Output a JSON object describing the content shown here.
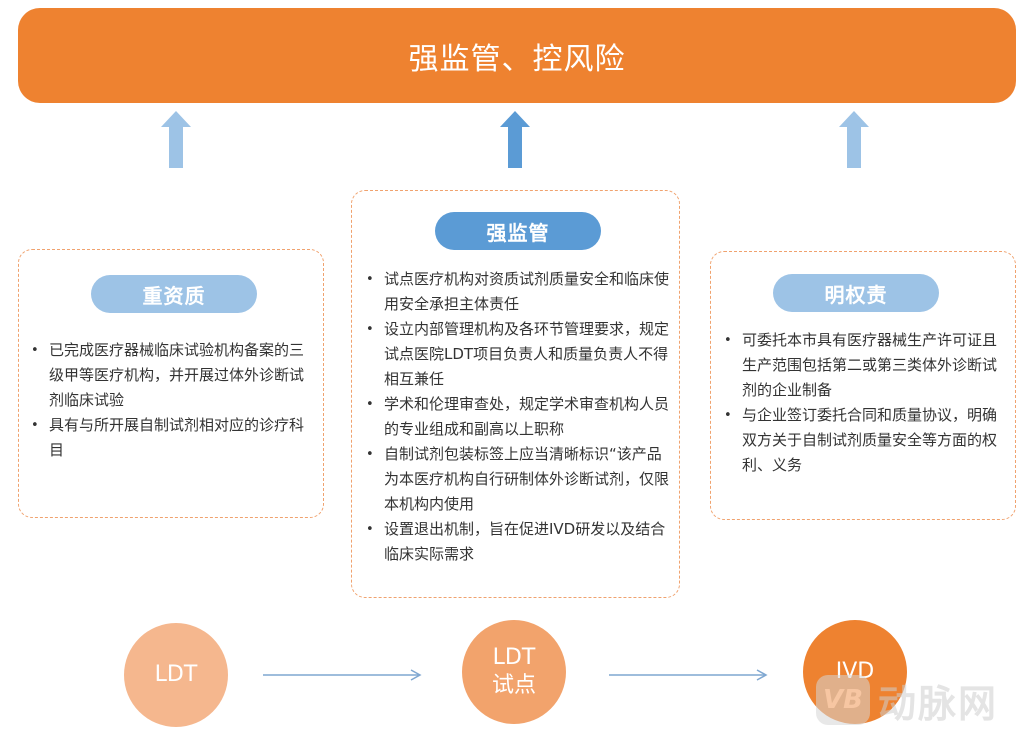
{
  "banner": {
    "title": "强监管、控风险"
  },
  "colors": {
    "banner": "#EE8230",
    "arrow_light": "#9DC3E6",
    "arrow_mid": "#5B9BD5",
    "panel_border": "#F0A26E",
    "circle_light": "#F5B78E",
    "circle_mid": "#F2A36C",
    "circle_dark": "#EE8230"
  },
  "panels": {
    "left": {
      "title": "重资质",
      "bullets": [
        "已完成医疗器械临床试验机构备案的三级甲等医疗机构，并开展过体外诊断试剂临床试验",
        "具有与所开展自制试剂相对应的诊疗科目"
      ]
    },
    "center": {
      "title": "强监管",
      "bullets": [
        "试点医疗机构对资质试剂质量安全和临床使用安全承担主体责任",
        "设立内部管理机构及各环节管理要求，规定试点医院LDT项目负责人和质量负责人不得相互兼任",
        "学术和伦理审查处，规定学术审查机构人员的专业组成和副高以上职称",
        "自制试剂包装标签上应当清晰标识“该产品为本医疗机构自行研制体外诊断试剂，仅限本机构内使用",
        "设置退出机制，旨在促进IVD研发以及结合临床实际需求"
      ]
    },
    "right": {
      "title": "明权责",
      "bullets": [
        "可委托本市具有医疗器械生产许可证且生产范围包括第二或第三类体外诊断试剂的企业制备",
        "与企业签订委托合同和质量协议，明确双方关于自制试剂质量安全等方面的权利、义务"
      ]
    }
  },
  "flow": {
    "ldt": {
      "label": "LDT"
    },
    "pilot": {
      "line1": "LDT",
      "line2": "试点"
    },
    "ivd": {
      "label": "IVD"
    }
  },
  "watermark": {
    "logo": "VB",
    "text": "动脉网"
  }
}
